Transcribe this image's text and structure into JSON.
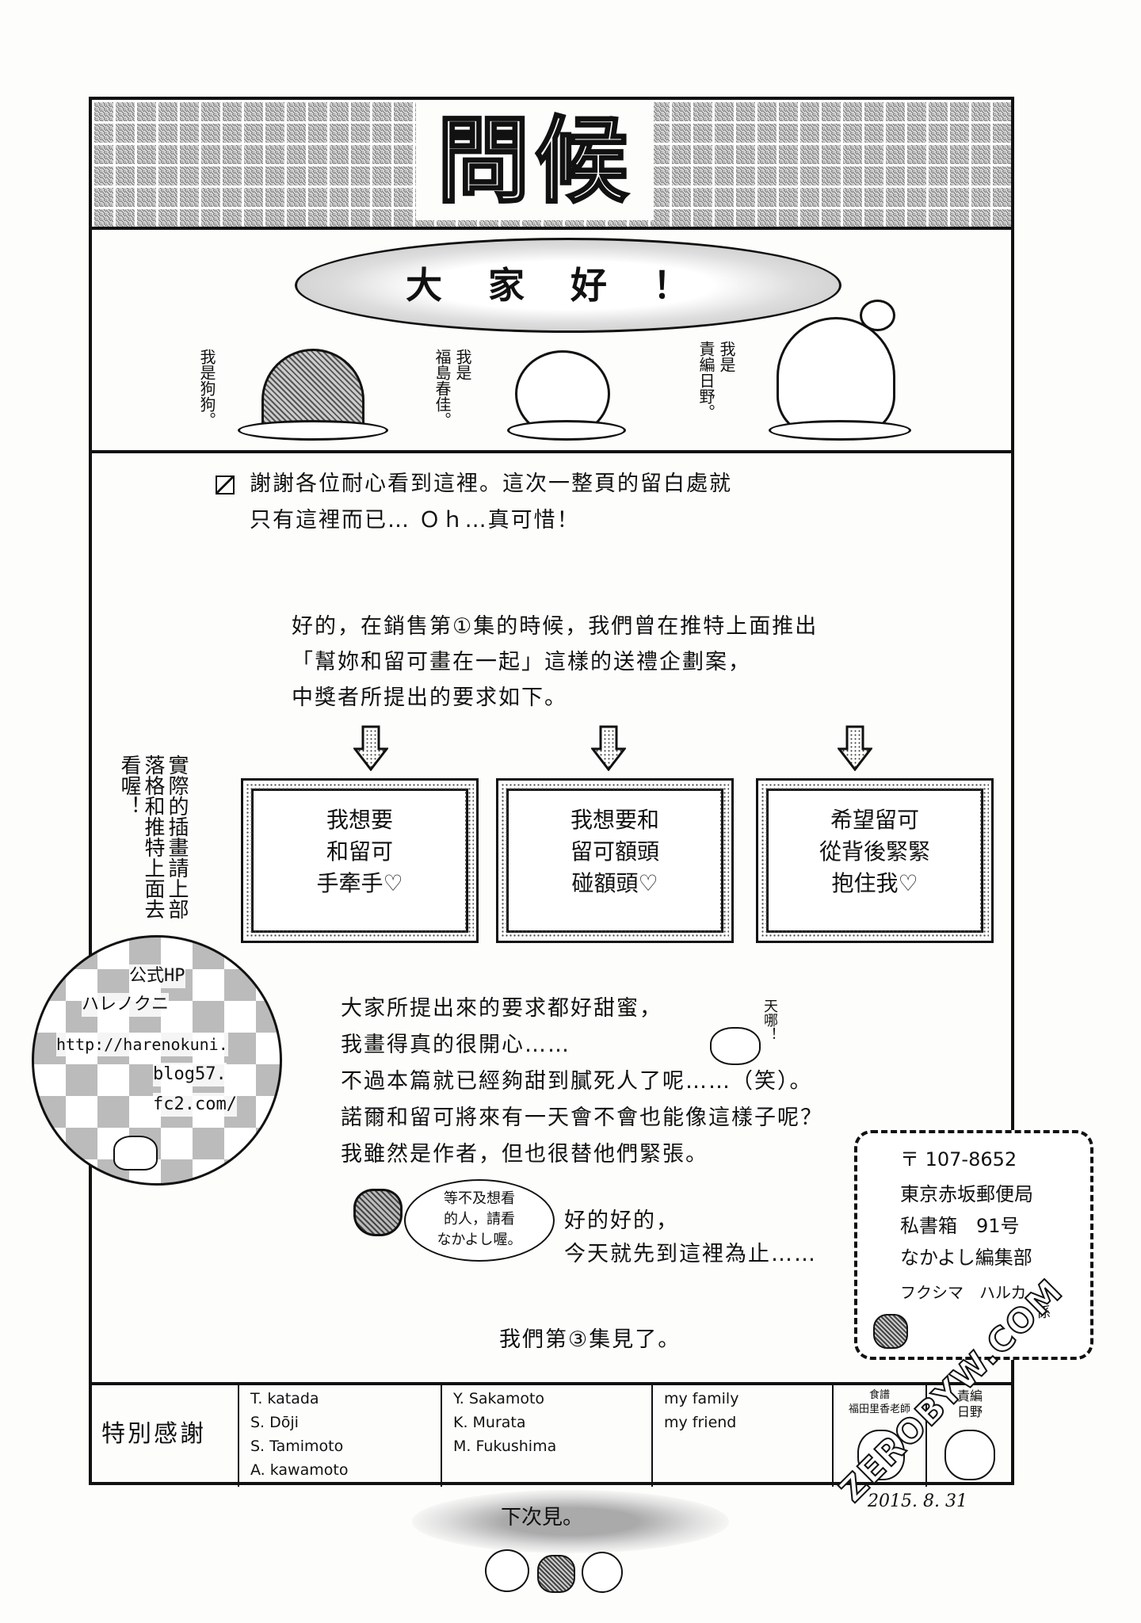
{
  "title": "問候",
  "greeting": {
    "bubble_text": "大家好！",
    "speakers": [
      {
        "label": "我是狗狗。"
      },
      {
        "label": "我是\n福島春佳。"
      },
      {
        "label": "我是\n責編日野。"
      }
    ]
  },
  "intro": {
    "line1": "謝謝各位耐心看到這裡。這次一整頁的留白處就",
    "line2": "只有這裡而已… Ｏｈ…真可惜！"
  },
  "campaign": {
    "line1": "好的，在銷售第①集的時候，我們曾在推特上面推出",
    "line2": "「幫妳和留可畫在一起」這樣的送禮企劃案，",
    "line3": "中獎者所提出的要求如下。"
  },
  "wishes": [
    {
      "text": "我想要\n和留可\n手牽手♡"
    },
    {
      "text": "我想要和\n留可額頭\n碰額頭♡"
    },
    {
      "text": "希望留可\n從背後緊緊\n抱住我♡"
    }
  ],
  "side_note": "實際的插畫請上部落格和推特上面去看喔！",
  "homepage": {
    "line1": "公式HP",
    "line2": "ハレノクニ",
    "line3": "http://harenokuni.",
    "line4": "blog57.",
    "line5": "fc2.com/"
  },
  "closing": {
    "line1": "大家所提出來的要求都好甜蜜，",
    "line2": "我畫得真的很開心……",
    "line3": "不過本篇就已經夠甜到膩死人了呢……（笑）。",
    "line4": "諾爾和留可將來有一天會不會也能像這樣子呢？",
    "line5": "我雖然是作者，但也很替他們緊張。",
    "exclaim": "天哪！",
    "cat_bubble": "等不及想看\n的人，請看\nなかよし喔。",
    "end1": "好的好的，",
    "end2": "今天就先到這裡為止……",
    "see_you": "我們第③集見了。"
  },
  "address": {
    "postal": "〒 107-8652",
    "line1": "東京赤坂郵便局",
    "line2": "私書箱　91号",
    "line3": "なかよし編集部",
    "line4": "フクシマ　ハルカ",
    "line5": "係"
  },
  "thanks": {
    "heading": "特別感謝",
    "col1": [
      "T. katada",
      "S. Dōji",
      "S. Tamimoto",
      "A. kawamoto"
    ],
    "col2": [
      "Y. Sakamoto",
      "K. Murata",
      "",
      "M. Fukushima"
    ],
    "col3": [
      "my family",
      "my friend",
      "",
      ""
    ],
    "recipe_label": "食譜\n福田里香老師",
    "editor_label": "責編\n日野"
  },
  "footer": {
    "next_time": "下次見。",
    "date": "2015. 8. 31",
    "watermark": "ZEROBYW.COM"
  }
}
